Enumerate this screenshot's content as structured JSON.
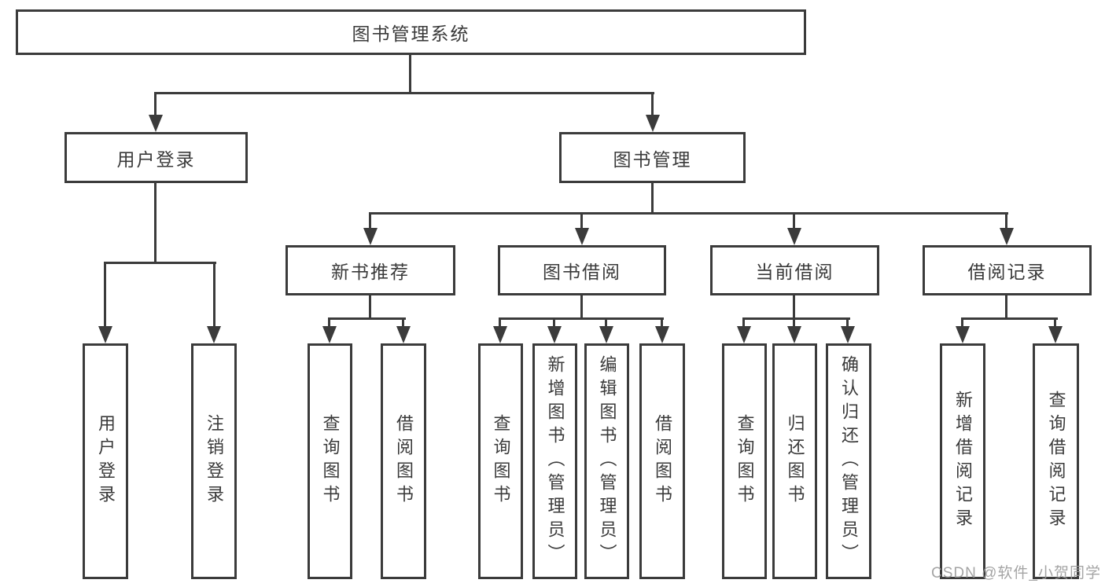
{
  "tree": {
    "root": "图书管理系统",
    "children": [
      {
        "label": "用户登录",
        "leaves": [
          "用户登录",
          "注销登录"
        ]
      },
      {
        "label": "图书管理",
        "children": [
          {
            "label": "新书推荐",
            "leaves": [
              "查询图书",
              "借阅图书"
            ]
          },
          {
            "label": "图书借阅",
            "leaves": [
              "查询图书",
              "新增图书（管理员）",
              "编辑图书（管理员）",
              "借阅图书"
            ]
          },
          {
            "label": "当前借阅",
            "leaves": [
              "查询图书",
              "归还图书",
              "确认归还（管理员）"
            ]
          },
          {
            "label": "借阅记录",
            "leaves": [
              "新增借阅记录",
              "查询借阅记录"
            ]
          }
        ]
      }
    ]
  },
  "watermark": "CSDN @软件_小贺同学",
  "colors": {
    "line": "#3b3b3b",
    "text": "#3a3a3a",
    "watermark": "#9b9b9b",
    "background": "#ffffff"
  }
}
